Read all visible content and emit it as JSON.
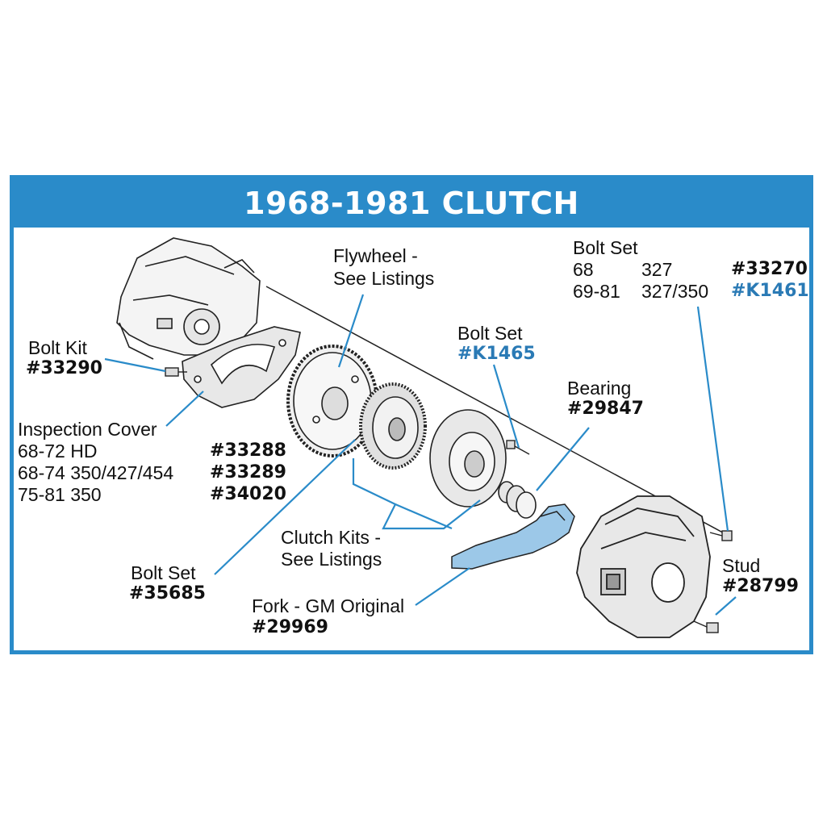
{
  "title": "1968-1981 CLUTCH",
  "colors": {
    "accent": "#2a8bc9",
    "highlight": "#9cc8e8",
    "part_number_blue": "#2a7ab5"
  },
  "callouts": {
    "bolt_kit": {
      "label": "Bolt Kit",
      "part": "#33290"
    },
    "inspection_cover": {
      "label": "Inspection Cover",
      "rows": [
        {
          "spec": "68-72 HD",
          "part": "#33288"
        },
        {
          "spec": "68-74 350/427/454",
          "part": "#33289"
        },
        {
          "spec": "75-81 350",
          "part": "#34020"
        }
      ]
    },
    "flywheel": {
      "line1": "Flywheel -",
      "line2": "See Listings"
    },
    "bolt_set_k1465": {
      "label": "Bolt Set",
      "part": "#K1465"
    },
    "bolt_set_top": {
      "label": "Bolt Set",
      "rows": [
        {
          "year": "68",
          "engine": "327",
          "part": "#33270"
        },
        {
          "year": "69-81",
          "engine": "327/350",
          "part": "#K1461"
        }
      ]
    },
    "bearing": {
      "label": "Bearing",
      "part": "#29847"
    },
    "clutch_kits": {
      "line1": "Clutch Kits -",
      "line2": "See Listings"
    },
    "bolt_set_35685": {
      "label": "Bolt Set",
      "part": "#35685"
    },
    "fork": {
      "label": "Fork - GM Original",
      "part": "#29969"
    },
    "stud": {
      "label": "Stud",
      "part": "#28799"
    }
  }
}
